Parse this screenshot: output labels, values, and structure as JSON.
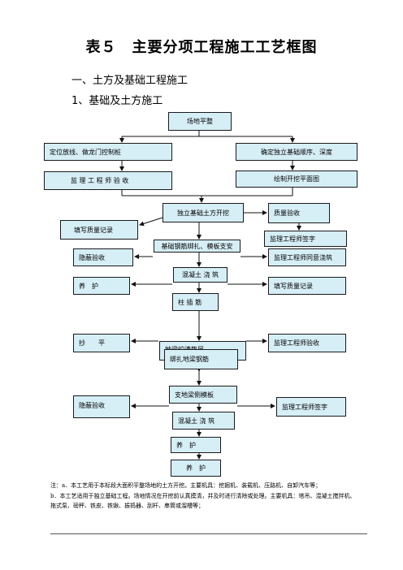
{
  "document": {
    "title": "表５　主要分项工程施工工艺框图",
    "section": "一、土方及基础工程施工",
    "subsection": "1、基础及土方施工"
  },
  "flowchart": {
    "site_leveling": "场地平整",
    "positioning": "定位放线、做龙门控制桩",
    "determine_order": "确定独立基础顺序、深度",
    "supervisor_check": "监 理 工 程 师 验 收",
    "excavation_plan": "绘制开挖平面图",
    "foundation_excavation": "独立基础土方开挖",
    "quality_acceptance": "质量验收",
    "fill_quality_record_1": "填写质量记录",
    "rebar_formwork": "基础钢筋绑扎、模板支安",
    "supervisor_sign_1": "监理工程师签字",
    "concealed_check_1": "隐蔽验收",
    "supervisor_approve_pour": "监理工程师同意浇筑",
    "pour_concrete_1": "混凝土 浇 筑",
    "curing_1": "养　护",
    "fill_quality_record_2": "填写质量记录",
    "column_rebar": "柱 插 筋",
    "ground_beam_cushion": "地梁炉渣垫层",
    "leveling": "抄　　平",
    "supervisor_check_2": "监理工程师验收",
    "ground_beam_rebar": "绑扎地梁钢筋",
    "ground_beam_formwork": "支地梁侧模板",
    "concealed_check_2": "隐蔽验收",
    "supervisor_sign_2": "监理工程师签字",
    "pour_concrete_2": "混凝土 浇 筑",
    "curing_2": "养　护",
    "curing_3": "养　护"
  },
  "notes": {
    "a": "注：a．本工艺用于本标段大面积平整场地的土方开挖。主要机具：挖掘机、装载机、压路机、自卸汽车等；",
    "b": "b．本工艺适用于独立基础工程。场地情况在开挖前认真摸清，并及时进行清除或处理。主要机具：塔吊、混凝土搅拌机、拖式泵、磅秤、铁皮、铁锹、振捣器、刮杆、串筒或溜槽等；"
  }
}
